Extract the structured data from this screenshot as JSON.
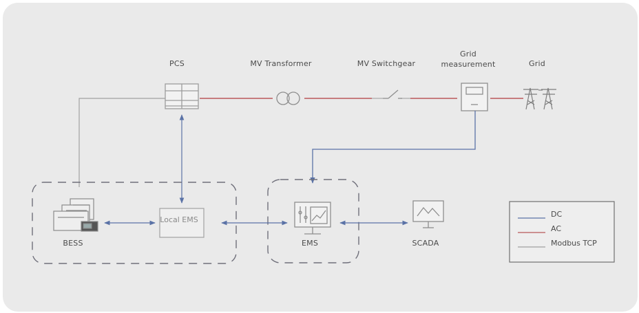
{
  "nodes": {
    "pcs": "PCS",
    "mv_transformer": "MV Transformer",
    "mv_switchgear": "MV Switchgear",
    "grid_measurement_line1": "Grid",
    "grid_measurement_line2": "measurement",
    "grid": "Grid",
    "bess": "BESS",
    "local_ems": "Local EMS",
    "ems": "EMS",
    "scada": "SCADA"
  },
  "legend": {
    "dc": "DC",
    "ac": "AC",
    "modbus": "Modbus TCP"
  },
  "colors": {
    "dc": "#5a72a6",
    "ac": "#b9575a",
    "modbus": "#9a9a9a",
    "background": "#eaeaea"
  }
}
